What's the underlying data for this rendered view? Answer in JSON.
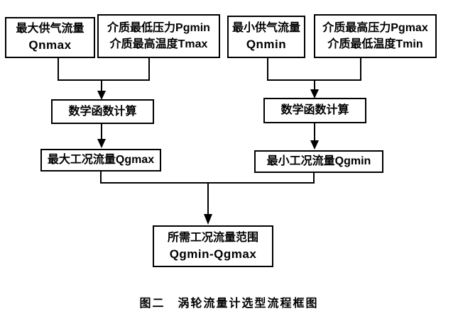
{
  "diagram": {
    "caption": "图二　涡轮流量计选型流程框图",
    "nodes": {
      "qnmax": {
        "line1": "最大供气流量",
        "line2": "Qnmax"
      },
      "pgmin_tmax": {
        "line1": "介质最低压力Pgmin",
        "line2": "介质最高温度Tmax"
      },
      "qnmin": {
        "line1": "最小供气流量",
        "line2": "Qnmin"
      },
      "pgmax_tmin": {
        "line1": "介质最高压力Pgmax",
        "line2": "介质最低温度Tmin"
      },
      "calc_left": {
        "label": "数学函数计算"
      },
      "calc_right": {
        "label": "数学函数计算"
      },
      "qgmax": {
        "label": "最大工况流量Qgmax"
      },
      "qgmin": {
        "label": "最小工况流量Qgmin"
      },
      "result": {
        "line1": "所需工况流量范围",
        "line2": "Qgmin-Qgmax"
      }
    },
    "colors": {
      "background": "#ffffff",
      "line": "#000000",
      "box_border": "#000000",
      "text": "#000000"
    }
  }
}
